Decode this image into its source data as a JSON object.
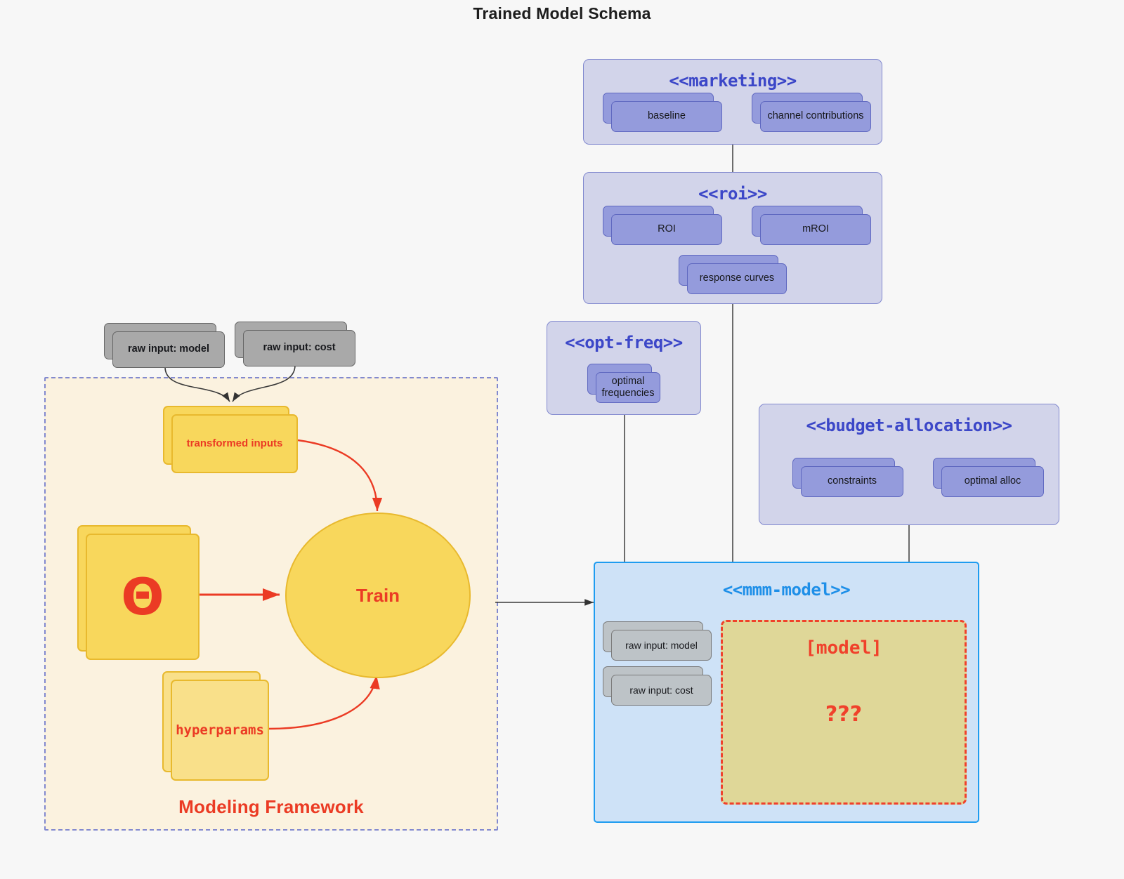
{
  "title": "Trained Model Schema",
  "theme": {
    "background": "#F7F7F7",
    "package_fill": "#D2D4EA",
    "package_border": "#8289CF",
    "package_title_color": "#3C47C8",
    "node_fill": "#949BDC",
    "node_border": "#5F68C0",
    "mmm_fill": "#CEE2F7",
    "mmm_border": "#1E9CF0",
    "mmm_title_color": "#1E8FE8",
    "model_box_fill": "#DFD798",
    "accent_red": "#EB3B24",
    "framework_fill": "#FBF2DF",
    "yellow_fill": "#F8D75C",
    "yellow_border": "#E8B92E",
    "gray_fill": "#A9A9A9"
  },
  "packages": {
    "marketing": {
      "title": "<<marketing>>",
      "nodes": [
        {
          "label": "baseline"
        },
        {
          "label": "channel contributions"
        }
      ]
    },
    "roi": {
      "title": "<<roi>>",
      "nodes": [
        {
          "label": "ROI"
        },
        {
          "label": "mROI"
        },
        {
          "label": "response curves"
        }
      ]
    },
    "opt_freq": {
      "title": "<<opt-freq>>",
      "nodes": [
        {
          "label": "optimal frequencies"
        }
      ]
    },
    "budget_allocation": {
      "title": "<<budget-allocation>>",
      "nodes": [
        {
          "label": "constraints"
        },
        {
          "label": "optimal alloc"
        }
      ]
    },
    "mmm_model": {
      "title": "<<mmm-model>>",
      "inputs": [
        {
          "label": "raw input: model"
        },
        {
          "label": "raw input: cost"
        }
      ],
      "model_box": {
        "title": "[model]",
        "question": "???"
      }
    }
  },
  "framework": {
    "label": "Modeling Framework",
    "raw_inputs": [
      {
        "label": "raw input: model"
      },
      {
        "label": "raw input: cost"
      }
    ],
    "transformed_inputs": "transformed inputs",
    "theta": "Θ",
    "hyperparams": "hyperparams",
    "train": "Train"
  }
}
